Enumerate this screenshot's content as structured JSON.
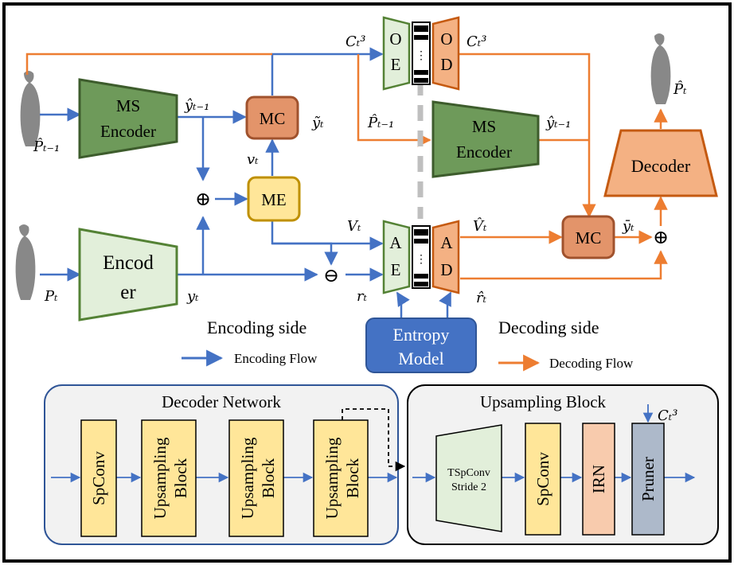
{
  "colors": {
    "encoding_flow": "#4472c4",
    "decoding_flow": "#ed7d31",
    "ms_encoder_fill": "#6e9a5a",
    "ms_encoder_stroke": "#3d5c2c",
    "encoder_fill": "#e2efda",
    "encoder_stroke": "#548235",
    "mc_fill": "#e3946a",
    "mc_stroke": "#a0522d",
    "me_fill": "#ffe699",
    "me_stroke": "#bf9000",
    "decoder_fill": "#f4b183",
    "decoder_stroke": "#c55a11",
    "entropy_fill": "#4472c4",
    "panel_fill": "#f2f2f2",
    "panel_stroke": "#2f5597",
    "spconv_fill": "#ffe699",
    "irn_fill": "#f8cbad",
    "pruner_fill": "#adb9ca"
  },
  "top": {
    "ms_encoder_left": {
      "line1": "MS",
      "line2": "Encoder"
    },
    "ms_encoder_right": {
      "line1": "MS",
      "line2": "Encoder"
    },
    "encoder": {
      "line1": "Encod",
      "line2": "er"
    },
    "mc_top": "MC",
    "mc_bottom": "MC",
    "me": "ME",
    "decoder": "Decoder",
    "oe": {
      "a": "O",
      "b": "E"
    },
    "od": {
      "a": "O",
      "b": "D"
    },
    "ae": {
      "a": "A",
      "b": "E"
    },
    "ad": {
      "a": "A",
      "b": "D"
    },
    "entropy": {
      "line1": "Entropy",
      "line2": "Model"
    },
    "encoding_side": "Encoding side",
    "decoding_side": "Decoding side",
    "legend_encoding": "Encoding Flow",
    "legend_decoding": "Decoding Flow",
    "oplus_top": "⊕",
    "oplus_right": "⊕",
    "ominus": "⊖",
    "ellipsis_top": "⋮",
    "ellipsis_bottom": "⋮"
  },
  "labels": {
    "p_hat_tm1_left": "P̂ₜ₋₁",
    "p_t": "Pₜ",
    "y_hat_tm1_left": "ŷₜ₋₁",
    "y_tilde_t": "ỹₜ",
    "v_t": "vₜ",
    "V_t": "Vₜ",
    "y_t": "yₜ",
    "r_t": "rₜ",
    "c_t3_left": "Cₜ³",
    "c_t3_right": "Cₜ³",
    "p_hat_tm1_mid": "P̂ₜ₋₁",
    "y_hat_tm1_right": "ŷₜ₋₁",
    "V_hat_t": "V̂ₜ",
    "r_hat_t": "r̂ₜ",
    "y_bar_t": "ȳₜ",
    "p_hat_t": "P̂ₜ",
    "c_t3_pruner": "Cₜ³"
  },
  "bottom": {
    "decoder_network_title": "Decoder Network",
    "upsampling_block_title": "Upsampling Block",
    "spconv": "SpConv",
    "up1": {
      "line1": "Upsampling",
      "line2": "Block"
    },
    "up2": {
      "line1": "Upsampling",
      "line2": "Block"
    },
    "up3": {
      "line1": "Upsampling",
      "line2": "Block"
    },
    "tspconv": {
      "line1": "TSpConv",
      "line2": "Stride 2"
    },
    "spconv2": "SpConv",
    "irn": "IRN",
    "pruner": "Pruner"
  }
}
